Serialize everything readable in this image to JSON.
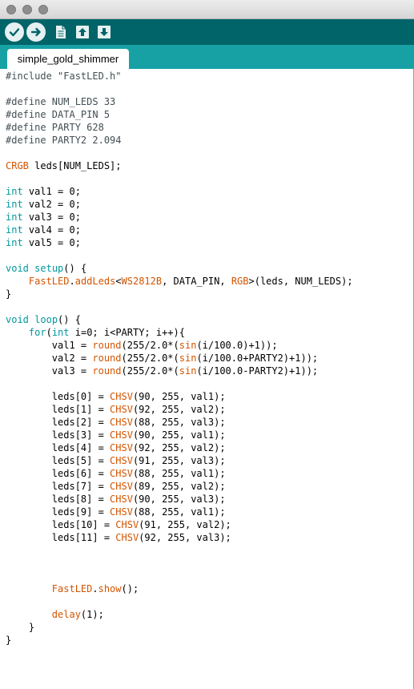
{
  "window": {
    "dot_color": "#8e8e8e"
  },
  "toolbar": {
    "bg": "#006468",
    "buttons": [
      {
        "name": "verify-button",
        "icon": "check-icon"
      },
      {
        "name": "upload-button",
        "icon": "arrow-right-icon"
      },
      {
        "name": "new-button",
        "icon": "document-icon"
      },
      {
        "name": "open-button",
        "icon": "arrow-up-icon"
      },
      {
        "name": "save-button",
        "icon": "arrow-down-icon"
      }
    ]
  },
  "tab": {
    "label": "simple_gold_shimmer"
  },
  "colors": {
    "keyword": "#00979c",
    "function": "#d35400",
    "text": "#000000",
    "tabbar": "#17a1a5"
  },
  "code": [
    [
      [
        "pp",
        "#include \"FastLED.h\""
      ]
    ],
    [],
    [
      [
        "pp",
        "#define NUM_LEDS 33"
      ]
    ],
    [
      [
        "pp",
        "#define DATA_PIN 5"
      ]
    ],
    [
      [
        "pp",
        "#define PARTY 628"
      ]
    ],
    [
      [
        "pp",
        "#define PARTY2 2.094"
      ]
    ],
    [],
    [
      [
        "fn",
        "CRGB"
      ],
      [
        "id",
        " leds[NUM_LEDS];"
      ]
    ],
    [],
    [
      [
        "kw",
        "int"
      ],
      [
        "id",
        " val1 = 0;"
      ]
    ],
    [
      [
        "kw",
        "int"
      ],
      [
        "id",
        " val2 = 0;"
      ]
    ],
    [
      [
        "kw",
        "int"
      ],
      [
        "id",
        " val3 = 0;"
      ]
    ],
    [
      [
        "kw",
        "int"
      ],
      [
        "id",
        " val4 = 0;"
      ]
    ],
    [
      [
        "kw",
        "int"
      ],
      [
        "id",
        " val5 = 0;"
      ]
    ],
    [],
    [
      [
        "kw",
        "void"
      ],
      [
        "id",
        " "
      ],
      [
        "kw",
        "setup"
      ],
      [
        "id",
        "() {"
      ]
    ],
    [
      [
        "id",
        "    "
      ],
      [
        "fn",
        "FastLED"
      ],
      [
        "id",
        "."
      ],
      [
        "fn",
        "addLeds"
      ],
      [
        "id",
        "<"
      ],
      [
        "fn",
        "WS2812B"
      ],
      [
        "id",
        ", DATA_PIN, "
      ],
      [
        "fn",
        "RGB"
      ],
      [
        "id",
        ">(leds, NUM_LEDS);"
      ]
    ],
    [
      [
        "id",
        "}"
      ]
    ],
    [],
    [
      [
        "kw",
        "void"
      ],
      [
        "id",
        " "
      ],
      [
        "kw",
        "loop"
      ],
      [
        "id",
        "() {"
      ]
    ],
    [
      [
        "id",
        "    "
      ],
      [
        "kw",
        "for"
      ],
      [
        "id",
        "("
      ],
      [
        "kw",
        "int"
      ],
      [
        "id",
        " i=0; i<PARTY; i++){"
      ]
    ],
    [
      [
        "id",
        "        val1 = "
      ],
      [
        "fn",
        "round"
      ],
      [
        "id",
        "(255/2.0*("
      ],
      [
        "fn",
        "sin"
      ],
      [
        "id",
        "(i/100.0)+1));"
      ]
    ],
    [
      [
        "id",
        "        val2 = "
      ],
      [
        "fn",
        "round"
      ],
      [
        "id",
        "(255/2.0*("
      ],
      [
        "fn",
        "sin"
      ],
      [
        "id",
        "(i/100.0+PARTY2)+1));"
      ]
    ],
    [
      [
        "id",
        "        val3 = "
      ],
      [
        "fn",
        "round"
      ],
      [
        "id",
        "(255/2.0*("
      ],
      [
        "fn",
        "sin"
      ],
      [
        "id",
        "(i/100.0-PARTY2)+1));"
      ]
    ],
    [],
    [
      [
        "id",
        "        leds[0] = "
      ],
      [
        "fn",
        "CHSV"
      ],
      [
        "id",
        "(90, 255, val1);"
      ]
    ],
    [
      [
        "id",
        "        leds[1] = "
      ],
      [
        "fn",
        "CHSV"
      ],
      [
        "id",
        "(92, 255, val2);"
      ]
    ],
    [
      [
        "id",
        "        leds[2] = "
      ],
      [
        "fn",
        "CHSV"
      ],
      [
        "id",
        "(88, 255, val3);"
      ]
    ],
    [
      [
        "id",
        "        leds[3] = "
      ],
      [
        "fn",
        "CHSV"
      ],
      [
        "id",
        "(90, 255, val1);"
      ]
    ],
    [
      [
        "id",
        "        leds[4] = "
      ],
      [
        "fn",
        "CHSV"
      ],
      [
        "id",
        "(92, 255, val2);"
      ]
    ],
    [
      [
        "id",
        "        leds[5] = "
      ],
      [
        "fn",
        "CHSV"
      ],
      [
        "id",
        "(91, 255, val3);"
      ]
    ],
    [
      [
        "id",
        "        leds[6] = "
      ],
      [
        "fn",
        "CHSV"
      ],
      [
        "id",
        "(88, 255, val1);"
      ]
    ],
    [
      [
        "id",
        "        leds[7] = "
      ],
      [
        "fn",
        "CHSV"
      ],
      [
        "id",
        "(89, 255, val2);"
      ]
    ],
    [
      [
        "id",
        "        leds[8] = "
      ],
      [
        "fn",
        "CHSV"
      ],
      [
        "id",
        "(90, 255, val3);"
      ]
    ],
    [
      [
        "id",
        "        leds[9] = "
      ],
      [
        "fn",
        "CHSV"
      ],
      [
        "id",
        "(88, 255, val1);"
      ]
    ],
    [
      [
        "id",
        "        leds[10] = "
      ],
      [
        "fn",
        "CHSV"
      ],
      [
        "id",
        "(91, 255, val2);"
      ]
    ],
    [
      [
        "id",
        "        leds[11] = "
      ],
      [
        "fn",
        "CHSV"
      ],
      [
        "id",
        "(92, 255, val3);"
      ]
    ],
    [],
    [],
    [],
    [
      [
        "id",
        "        "
      ],
      [
        "fn",
        "FastLED"
      ],
      [
        "id",
        "."
      ],
      [
        "fn",
        "show"
      ],
      [
        "id",
        "();"
      ]
    ],
    [],
    [
      [
        "id",
        "        "
      ],
      [
        "fn",
        "delay"
      ],
      [
        "id",
        "(1);"
      ]
    ],
    [
      [
        "id",
        "    }"
      ]
    ],
    [
      [
        "id",
        "}"
      ]
    ]
  ]
}
